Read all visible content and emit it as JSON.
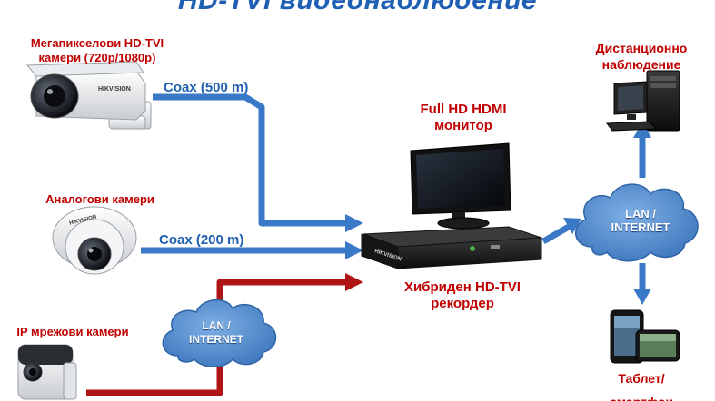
{
  "title": "HD-TVI видеонаблюдение",
  "labels": {
    "megapixel_cameras": [
      "Мегапикселови HD-TVI",
      "камери (720р/1080р)"
    ],
    "analog_cameras": "Аналогови камери",
    "ip_cameras": "IP мрежови камери",
    "coax_500": "Coax (500 m)",
    "coax_200": "Coax (200 m)",
    "monitor": [
      "Full HD HDMI",
      "монитор"
    ],
    "recorder": [
      "Хибриден HD-TVI",
      "рекордер"
    ],
    "remote": [
      "Дистанционно",
      "наблюдение"
    ],
    "tablet": [
      "Таблет/",
      "смартфон"
    ],
    "recorder_brand": "HIKVISION",
    "camera_brand": "HIKVISION"
  },
  "clouds": {
    "right": [
      "LAN /",
      "INTERNET"
    ],
    "left": [
      "LAN /",
      "INTERNET"
    ]
  },
  "colors": {
    "coax_line": "#3a78c8",
    "network_line": "#b01515",
    "cloud_fill": "#4a86c8",
    "label_red": "#c00000",
    "coax_text": "#1e5fb0",
    "title": "#1f5fb4"
  }
}
